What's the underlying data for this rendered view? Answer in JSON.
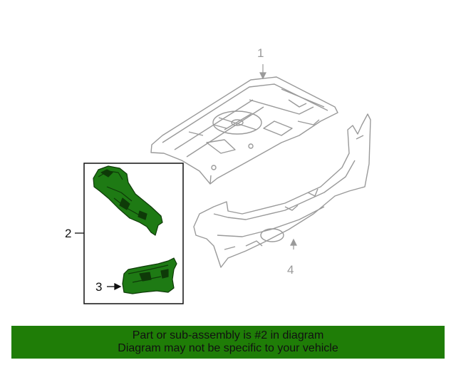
{
  "callouts": {
    "part1": "1",
    "part2": "2",
    "part3": "3",
    "part4": "4"
  },
  "banner": {
    "line1": "Part or sub-assembly is #2 in diagram",
    "line2": "Diagram may not be specific to your vehicle"
  },
  "colors": {
    "highlight_part": "#1e7a14",
    "line_art": "#9a9a9a",
    "banner_bg": "#1f7d07"
  }
}
